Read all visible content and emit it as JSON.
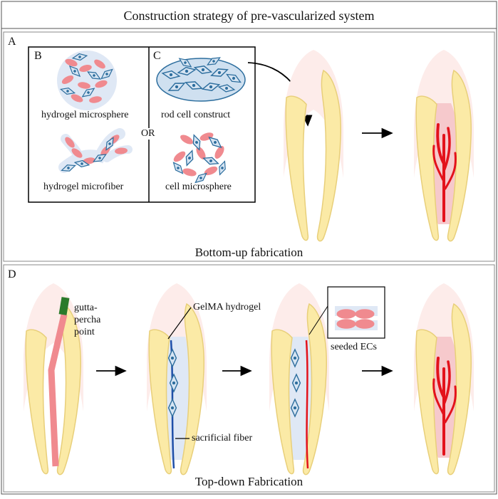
{
  "title": "Construction strategy of pre-vascularized system",
  "panels": {
    "A": "A",
    "B": "B",
    "C": "C",
    "D": "D"
  },
  "labels": {
    "hydrogel_microsphere": "hydrogel microsphere",
    "hydrogel_microfiber": "hydrogel microfiber",
    "or": "OR",
    "rod_cell_construct": "rod cell construct",
    "cell_microsphere": "cell microsphere",
    "gutta_percha_1": "gutta-",
    "gutta_percha_2": "percha",
    "gutta_percha_3": "point",
    "gelma_hydrogel": "GelMA hydrogel",
    "sacrificial_fiber": "sacrificial fiber",
    "seeded_ecs": "seeded ECs"
  },
  "sections": {
    "bottom_up": "Bottom-up fabrication",
    "top_down": "Top-down Fabrication"
  },
  "colors": {
    "cell_pink": "#f08a8f",
    "cell_blue": "#2d6e9e",
    "hydrogel_blue": "#dfe8f5",
    "tooth_yellow": "#fbeaa6",
    "tooth_outline": "#e8cf7a",
    "enamel": "#fdecea",
    "pulp_pink": "#f6c9cc",
    "vessel_red": "#e3121b",
    "gutta_green": "#2a7a2a",
    "gutta_pink": "#f08a8f",
    "fiber_blue": "#1f4fa8"
  }
}
